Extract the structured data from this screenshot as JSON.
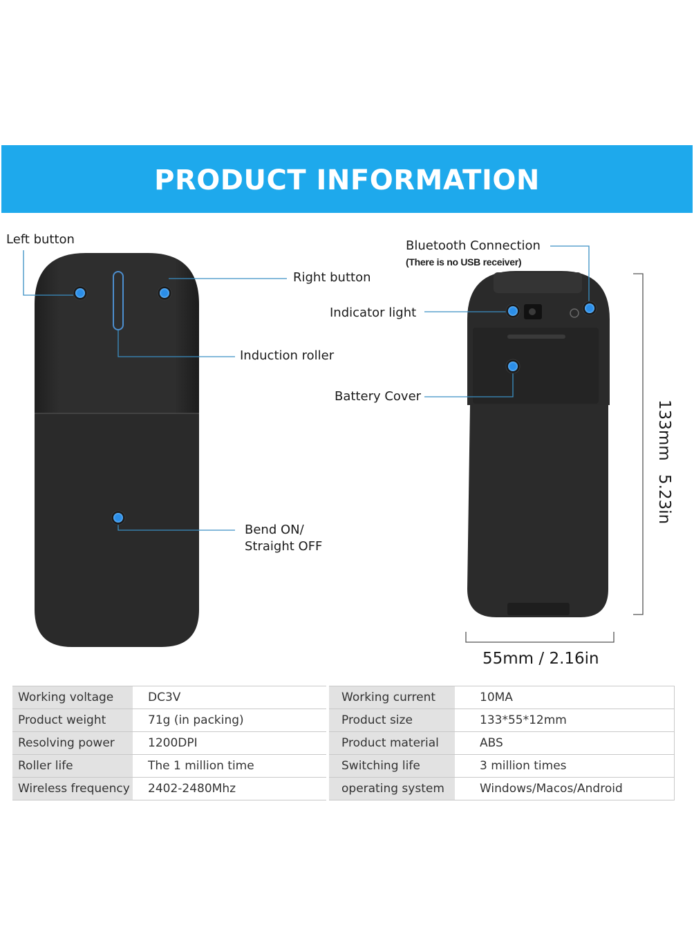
{
  "banner": {
    "title": "PRODUCT INFORMATION",
    "color": "#1ea9ec"
  },
  "front_view": {
    "callouts": {
      "left_button": "Left button",
      "right_button": "Right button",
      "induction_roller": "Induction roller",
      "bend_on": "Bend ON/",
      "straight_off": "Straight OFF"
    }
  },
  "back_view": {
    "callouts": {
      "bluetooth": "Bluetooth Connection",
      "no_usb": "(There is no USB receiver)",
      "indicator_light": "Indicator light",
      "battery_cover": "Battery Cover"
    },
    "dimensions": {
      "height_mm": "133mm",
      "height_in": "5.23in",
      "width": "55mm  / 2.16in"
    }
  },
  "specs": [
    {
      "label": "Working voltage",
      "value": "DC3V",
      "label2": "Working current",
      "value2": "10MA"
    },
    {
      "label": "Product weight",
      "value": "71g (in packing)",
      "label2": "Product size",
      "value2": "133*55*12mm"
    },
    {
      "label": "Resolving power",
      "value": "1200DPI",
      "label2": "Product material",
      "value2": "ABS"
    },
    {
      "label": "Roller life",
      "value": "The 1 million time",
      "label2": "Switching life",
      "value2": "3 million times"
    },
    {
      "label": "Wireless frequency",
      "value": "2402-2480Mhz",
      "label2": "operating system",
      "value2": "Windows/Macos/Android"
    }
  ],
  "colors": {
    "accent_dot": "#2b8ee8",
    "leader_line": "#3a8fc4",
    "mouse_body": "#2b2b2b"
  }
}
